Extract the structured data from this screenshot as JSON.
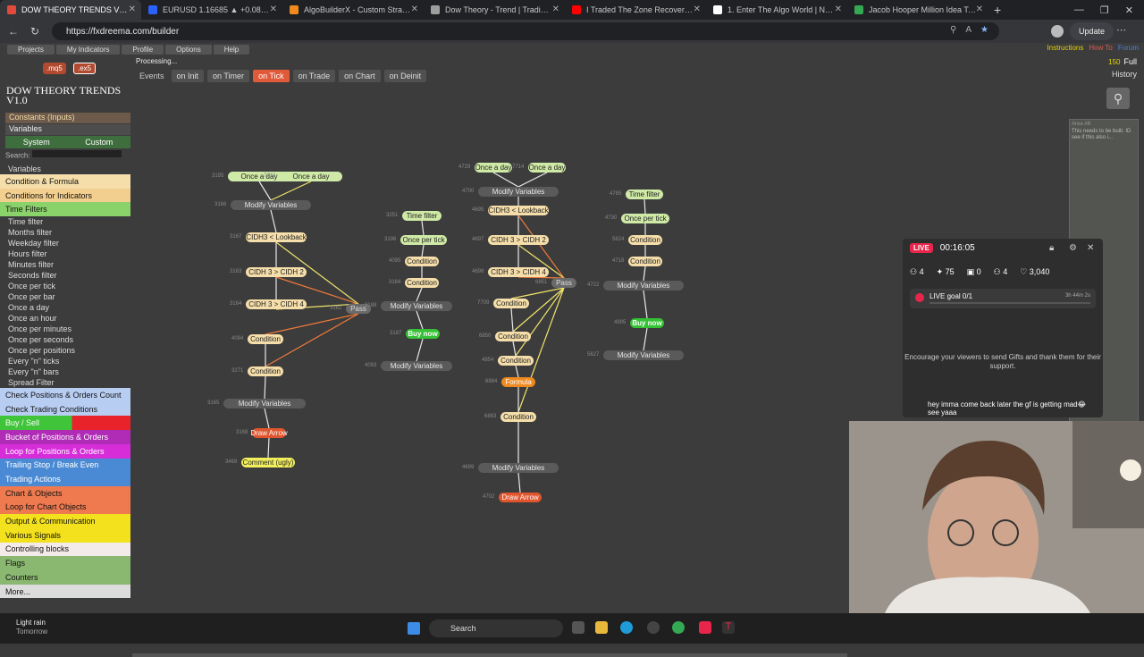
{
  "browser": {
    "tabs": [
      {
        "label": "DOW THEORY TRENDS V1.0",
        "active": true,
        "color": "#e24b3b"
      },
      {
        "label": "EURUSD 1.16685 ▲ +0.08% Q4",
        "active": false,
        "color": "#2962ff"
      },
      {
        "label": "AlgoBuilderX - Custom Strategies",
        "active": false,
        "color": "#f08a1e"
      },
      {
        "label": "Dow Theory - Trend | Trading Strategy",
        "active": false,
        "color": "#9e9e9e"
      },
      {
        "label": "I Traded The Zone Recovery Trading",
        "active": false,
        "color": "#ff0000"
      },
      {
        "label": "1. Enter The Algo World | NexGen",
        "active": false,
        "color": "#ffffff"
      },
      {
        "label": "Jacob Hooper Million Idea Tool",
        "active": false,
        "color": "#34a853"
      }
    ],
    "url": "https://fxdreema.com/builder",
    "update_label": "Update"
  },
  "app": {
    "top_menu": [
      "Projects",
      "My Indicators",
      "Profile",
      "Options",
      "Help"
    ],
    "processing": "Processing...",
    "mq5_label": ".mq5",
    "ex5_label": ".ex5",
    "right_links": {
      "instructions": "Instructions",
      "howto": "How To",
      "forum": "Forum"
    },
    "full_badge": "150",
    "full_label": "Full",
    "history_label": "History",
    "event_tabs": [
      {
        "label": "Events",
        "type": "label"
      },
      {
        "label": "on Init",
        "type": "normal"
      },
      {
        "label": "on Timer",
        "type": "normal"
      },
      {
        "label": "on Tick",
        "type": "sel"
      },
      {
        "label": "on Trade",
        "type": "normal"
      },
      {
        "label": "on Chart",
        "type": "normal"
      },
      {
        "label": "on Deinit",
        "type": "normal"
      }
    ]
  },
  "sidebar": {
    "title": "DOW THEORY TRENDS V1.0",
    "constants": "Constants (Inputs)",
    "variables": "Variables",
    "system": "System",
    "custom": "Custom",
    "search_label": "Search:",
    "categories": [
      {
        "label": "Variables",
        "kind": "sub"
      },
      {
        "label": "Condition & Formula",
        "kind": "cat",
        "color": "#f5deaa"
      },
      {
        "label": "Conditions for Indicators",
        "kind": "cat",
        "color": "#f3cf8f"
      },
      {
        "label": "Time Filters",
        "kind": "cat",
        "color": "#8ad26a"
      },
      {
        "label": "Time filter",
        "kind": "sub"
      },
      {
        "label": "Months filter",
        "kind": "sub"
      },
      {
        "label": "Weekday filter",
        "kind": "sub"
      },
      {
        "label": "Hours filter",
        "kind": "sub"
      },
      {
        "label": "Minutes filter",
        "kind": "sub"
      },
      {
        "label": "Seconds filter",
        "kind": "sub"
      },
      {
        "label": "Once per tick",
        "kind": "sub"
      },
      {
        "label": "Once per bar",
        "kind": "sub"
      },
      {
        "label": "Once a day",
        "kind": "sub"
      },
      {
        "label": "Once an hour",
        "kind": "sub"
      },
      {
        "label": "Once per minutes",
        "kind": "sub"
      },
      {
        "label": "Once per seconds",
        "kind": "sub"
      },
      {
        "label": "Once per positions",
        "kind": "sub"
      },
      {
        "label": "Every \"n\" ticks",
        "kind": "sub"
      },
      {
        "label": "Every \"n\" bars",
        "kind": "sub"
      },
      {
        "label": "Spread Filter",
        "kind": "sub"
      },
      {
        "label": "Check Positions & Orders Count",
        "kind": "cat",
        "color": "#b8cdf2"
      },
      {
        "label": "Check Trading Conditions",
        "kind": "cat",
        "color": "#b8cdf2"
      },
      {
        "label": "Buy / Sell",
        "kind": "cat",
        "color": "#3fc43a",
        "color2": "#e8242a"
      },
      {
        "label": "Bucket of Positions & Orders",
        "kind": "cat",
        "color": "#b02bb6"
      },
      {
        "label": "Loop for Positions & Orders",
        "kind": "cat",
        "color": "#d62dd9"
      },
      {
        "label": "Trailing Stop / Break Even",
        "kind": "cat",
        "color": "#4a8ad4"
      },
      {
        "label": "Trading Actions",
        "kind": "cat",
        "color": "#4a8ad4"
      },
      {
        "label": "Chart & Objects",
        "kind": "cat",
        "color": "#ef7a50"
      },
      {
        "label": "Loop for Chart Objects",
        "kind": "cat",
        "color": "#ef7a50"
      },
      {
        "label": "Output & Communication",
        "kind": "cat",
        "color": "#f2e11c"
      },
      {
        "label": "Various Signals",
        "kind": "cat",
        "color": "#f2e11c"
      },
      {
        "label": "Controlling blocks",
        "kind": "cat",
        "color": "#f3eaea"
      },
      {
        "label": "Flags",
        "kind": "cat",
        "color": "#8ab870"
      },
      {
        "label": "Counters",
        "kind": "cat",
        "color": "#8ab870"
      },
      {
        "label": "More...",
        "kind": "cat",
        "color": "#dcdcdc"
      }
    ]
  },
  "blocks": [
    {
      "label": "Once a day",
      "type": "time",
      "id": "3195"
    },
    {
      "label": "Once a day",
      "type": "time",
      "id": "7712"
    },
    {
      "label": "Modify Variables",
      "type": "var",
      "id": "3166"
    },
    {
      "label": "CIDH3 < Lookback",
      "type": "cond",
      "id": "3167"
    },
    {
      "label": "CIDH 3 > CIDH 2",
      "type": "cond",
      "id": "3163"
    },
    {
      "label": "CIDH 3 > CIDH 4",
      "type": "cond",
      "id": "3164"
    },
    {
      "label": "Pass",
      "type": "pass",
      "id": "3162"
    },
    {
      "label": "Condition",
      "type": "cond",
      "id": "4094"
    },
    {
      "label": "Condition",
      "type": "cond",
      "id": "3271"
    },
    {
      "label": "Modify Variables",
      "type": "var",
      "id": "3165"
    },
    {
      "label": "Draw Arrow",
      "type": "draw",
      "id": "3168"
    },
    {
      "label": "Comment (ugly)",
      "type": "com",
      "id": "3469"
    },
    {
      "label": "Time filter",
      "type": "time",
      "id": "3251"
    },
    {
      "label": "Once per tick",
      "type": "time",
      "id": "3196"
    },
    {
      "label": "Condition",
      "type": "cond",
      "id": "4095"
    },
    {
      "label": "Condition",
      "type": "cond",
      "id": "3184"
    },
    {
      "label": "Modify Variables",
      "type": "var",
      "id": "3188"
    },
    {
      "label": "Buy now",
      "type": "buy",
      "id": "3187"
    },
    {
      "label": "Modify Variables",
      "type": "var",
      "id": "4093"
    },
    {
      "label": "Once a day",
      "type": "time",
      "id": "4729"
    },
    {
      "label": "Once a day",
      "type": "time",
      "id": "7714"
    },
    {
      "label": "Modify Variables",
      "type": "var",
      "id": "4700"
    },
    {
      "label": "CIDH3 < Lookback",
      "type": "cond",
      "id": "4695"
    },
    {
      "label": "CIDH 3 > CIDH 2",
      "type": "cond",
      "id": "4697"
    },
    {
      "label": "CIDH 3 > CIDH 4",
      "type": "cond",
      "id": "4698"
    },
    {
      "label": "Pass",
      "type": "pass",
      "id": "6851"
    },
    {
      "label": "Condition",
      "type": "cond",
      "id": "7709"
    },
    {
      "label": "Condition",
      "type": "cond",
      "id": "6850"
    },
    {
      "label": "Condition",
      "type": "cond",
      "id": "4854"
    },
    {
      "label": "Formula",
      "type": "form",
      "id": "6884"
    },
    {
      "label": "Condition",
      "type": "cond",
      "id": "6883"
    },
    {
      "label": "Modify Variables",
      "type": "var",
      "id": "4699"
    },
    {
      "label": "Draw Arrow",
      "type": "draw",
      "id": "4702"
    },
    {
      "label": "Time filter",
      "type": "time",
      "id": "4785"
    },
    {
      "label": "Once per tick",
      "type": "time",
      "id": "4730"
    },
    {
      "label": "Condition",
      "type": "cond",
      "id": "5624"
    },
    {
      "label": "Condition",
      "type": "cond",
      "id": "4718"
    },
    {
      "label": "Modify Variables",
      "type": "var",
      "id": "4722"
    },
    {
      "label": "Buy now",
      "type": "buy",
      "id": "4995"
    },
    {
      "label": "Modify Variables",
      "type": "var",
      "id": "5627"
    }
  ],
  "comment_box": {
    "title": "Area #8",
    "text": "This needs to be built. ID see if this also i..."
  },
  "live": {
    "badge": "LIVE",
    "timer": "00:16:05",
    "stats": [
      "4",
      "75",
      "0",
      "4",
      "3,040"
    ],
    "goal_label": "LIVE goal 0/1",
    "goal_countdown": "3h 44m 2s",
    "encourage": "Encourage your viewers to send Gifts and thank them for their support.",
    "chat": "hey imma come back later the gf is getting mad😂 see yaaa"
  },
  "taskbar": {
    "weather_title": "Light rain",
    "weather_sub": "Tomorrow",
    "search_placeholder": "Search"
  }
}
